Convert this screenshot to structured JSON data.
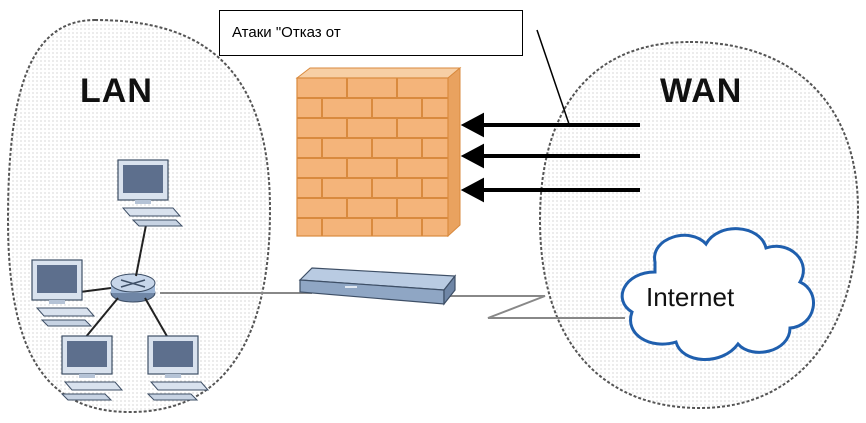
{
  "callout": {
    "text": "Атаки \"Отказ от"
  },
  "zones": {
    "lan": "LAN",
    "wan": "WAN"
  },
  "cloud": {
    "label": "Internet"
  },
  "colors": {
    "brick": "#f4b47a",
    "brick_edge": "#d98a3e",
    "switch_body": "#8fa6c4",
    "router": "#9fb7d6",
    "screen": "#5d6f8d"
  }
}
